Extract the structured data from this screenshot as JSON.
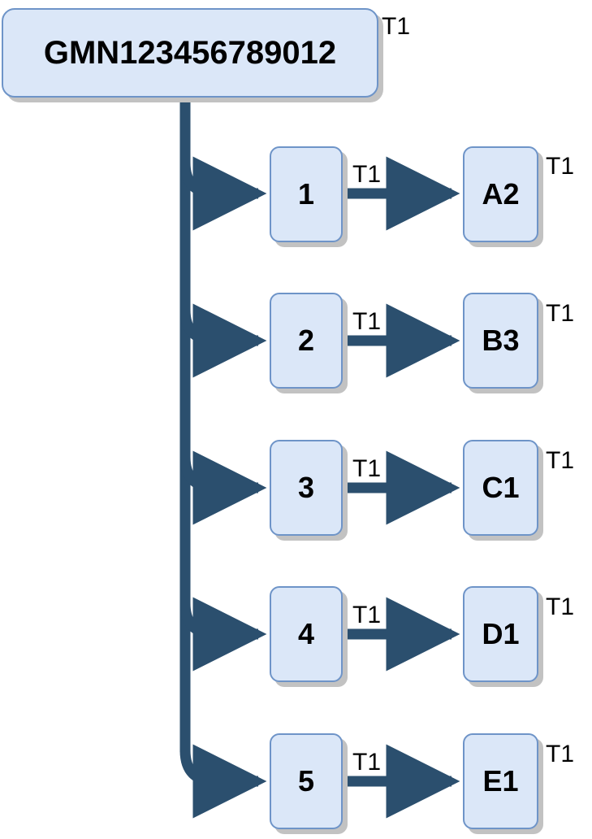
{
  "diagram": {
    "type": "tree",
    "title_node": {
      "label": "GMN123456789012",
      "tag": "T1"
    },
    "colors": {
      "node_fill": "#dbe7f8",
      "node_border": "#6e94c8",
      "connector": "#2b4f6e",
      "shadow": "#c2c2c2",
      "text": "#000000",
      "background": "#ffffff"
    },
    "branches": [
      {
        "mid": {
          "label": "1",
          "tag": "T1"
        },
        "edge_tag": "T1",
        "right": {
          "label": "A2",
          "tag": "T1"
        }
      },
      {
        "mid": {
          "label": "2",
          "tag": "T1"
        },
        "edge_tag": "T1",
        "right": {
          "label": "B3",
          "tag": "T1"
        }
      },
      {
        "mid": {
          "label": "3",
          "tag": "T1"
        },
        "edge_tag": "T1",
        "right": {
          "label": "C1",
          "tag": "T1"
        }
      },
      {
        "mid": {
          "label": "4",
          "tag": "T1"
        },
        "edge_tag": "T1",
        "right": {
          "label": "D1",
          "tag": "T1"
        }
      },
      {
        "mid": {
          "label": "5",
          "tag": "T1"
        },
        "edge_tag": "T1",
        "right": {
          "label": "E1",
          "tag": "T1"
        }
      }
    ]
  }
}
